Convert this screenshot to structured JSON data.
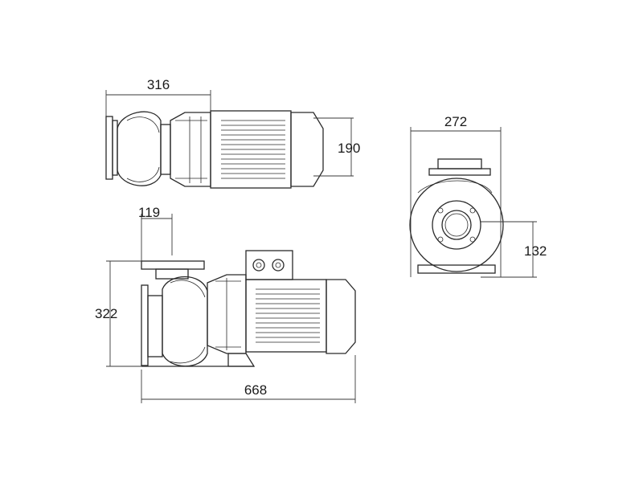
{
  "dimensions": {
    "top_view_length": "316",
    "top_view_motor_height": "190",
    "side_view_outlet_offset": "119",
    "side_view_height": "322",
    "side_view_length": "668",
    "end_view_width": "272",
    "end_view_axis_height": "132"
  }
}
